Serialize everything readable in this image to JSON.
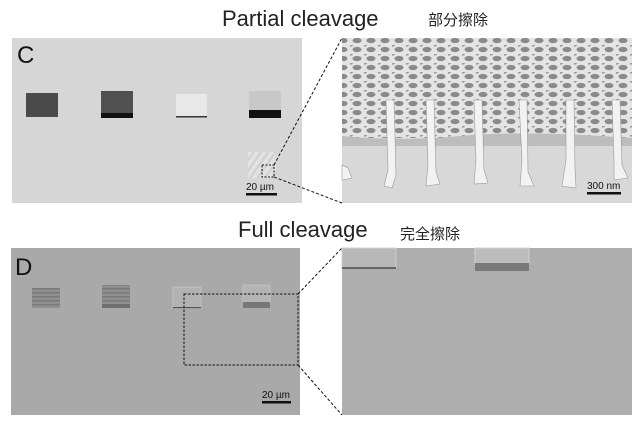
{
  "panel_c": {
    "title": "Partial cleavage",
    "title_cn": "部分擦除",
    "label": "C",
    "scale_bar_overview": "20 µm",
    "scale_bar_zoom": "300 nm"
  },
  "panel_d": {
    "title": "Full cleavage",
    "title_cn": "完全擦除",
    "label": "D",
    "scale_bar_overview": "20 µm"
  }
}
